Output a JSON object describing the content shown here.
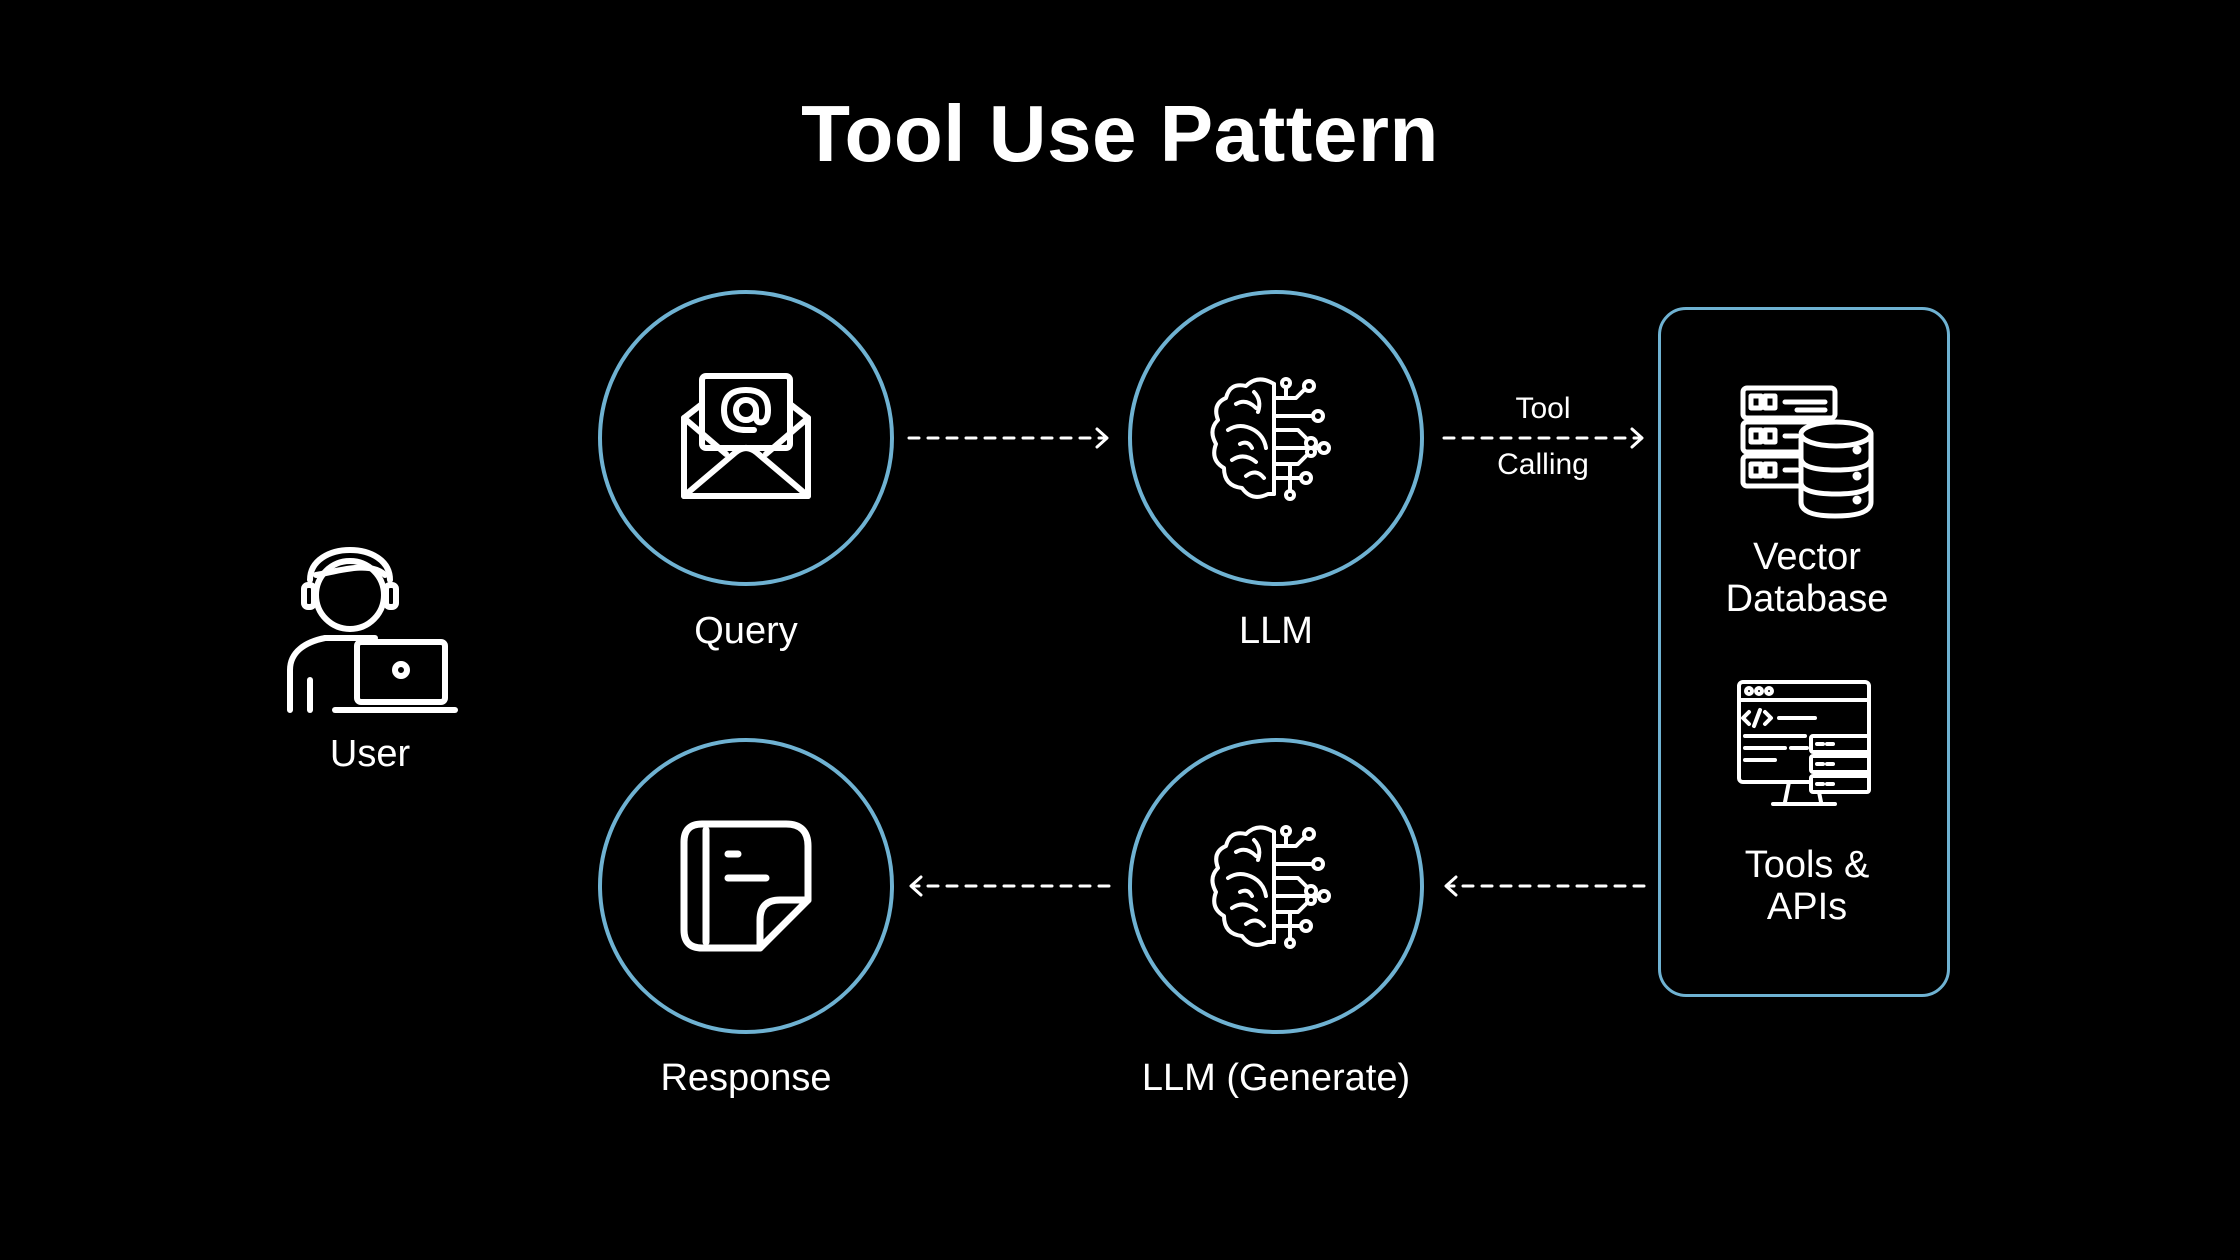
{
  "title": "Tool Use Pattern",
  "nodes": {
    "user": "User",
    "query": "Query",
    "llm": "LLM",
    "response": "Response",
    "llm_generate": "LLM (Generate)"
  },
  "edge_label": {
    "line1": "Tool",
    "line2": "Calling"
  },
  "panel": {
    "vector_db_line1": "Vector",
    "vector_db_line2": "Database",
    "tools_line1": "Tools &",
    "tools_line2": "APIs"
  },
  "colors": {
    "background": "#000000",
    "accent": "#6fb2d2",
    "foreground": "#ffffff"
  },
  "icons": [
    "user-laptop-icon",
    "email-at-icon",
    "brain-circuit-icon",
    "database-server-icon",
    "code-monitor-icon",
    "note-document-icon"
  ]
}
